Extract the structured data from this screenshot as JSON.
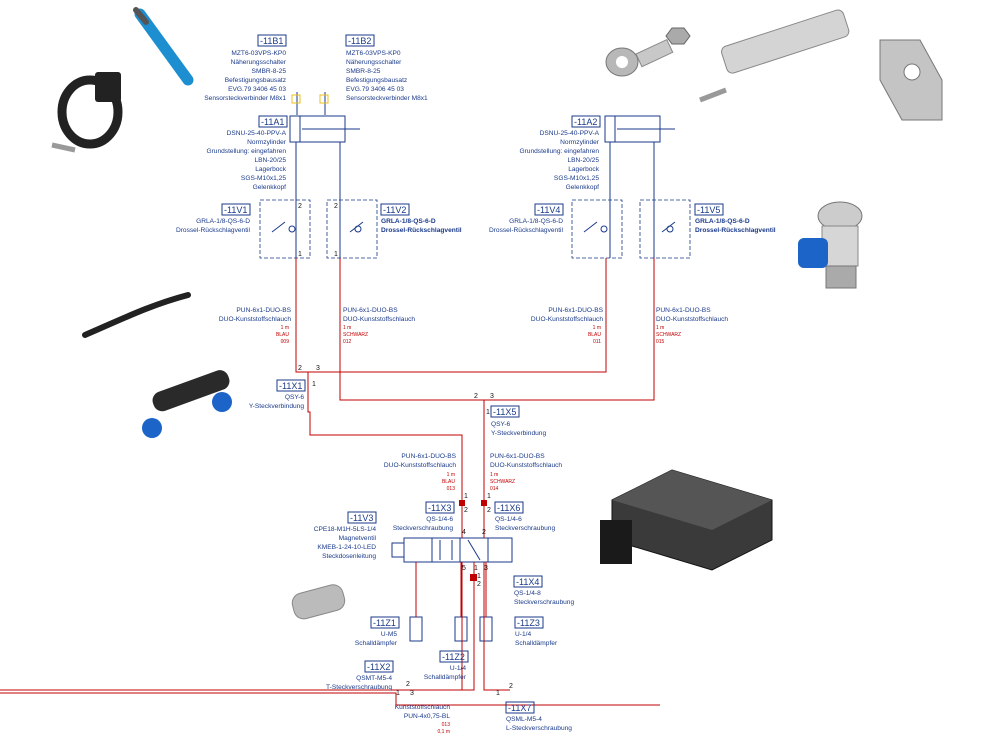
{
  "components": {
    "b1": {
      "tag": "-11B1",
      "lines": [
        "MZT6-03VPS-KP0",
        "Näherungsschalter",
        "SMBR-8-25",
        "Befestigungsbausatz",
        "EVG.79 3406 45 03",
        "Sensorsteckverbinder M8x1"
      ]
    },
    "b2": {
      "tag": "-11B2",
      "lines": [
        "MZT6-03VPS-KP0",
        "Näherungsschalter",
        "SMBR-8-25",
        "Befestigungsbausatz",
        "EVG.79 3406 45 03",
        "Sensorsteckverbinder M8x1"
      ]
    },
    "a1": {
      "tag": "-11A1",
      "lines": [
        "DSNU-25-40-PPV-A",
        "Normzylinder",
        "Grundstellung: eingefahren",
        "LBN-20/25",
        "Lagerbock",
        "SGS-M10x1,25",
        "Gelenkkopf"
      ]
    },
    "a2": {
      "tag": "-11A2",
      "lines": [
        "DSNU-25-40-PPV-A",
        "Normzylinder",
        "Grundstellung: eingefahren",
        "LBN-20/25",
        "Lagerbock",
        "SGS-M10x1,25",
        "Gelenkkopf"
      ]
    },
    "v1": {
      "tag": "-11V1",
      "lines": [
        "GRLA-1/8-QS-6-D",
        "Drossel-Rückschlagventil"
      ]
    },
    "v2": {
      "tag": "-11V2",
      "lines": [
        "GRLA-1/8-QS-6-D",
        "Drossel-Rückschlagventil"
      ]
    },
    "v4": {
      "tag": "-11V4",
      "lines": [
        "GRLA-1/8-QS-6-D",
        "Drossel-Rückschlagventil"
      ]
    },
    "v5": {
      "tag": "-11V5",
      "lines": [
        "GRLA-1/8-QS-6-D",
        "Drossel-Rückschlagventil"
      ]
    },
    "x1": {
      "tag": "-11X1",
      "lines": [
        "QSY-6",
        "Y-Steckverbindung"
      ]
    },
    "x5": {
      "tag": "-11X5",
      "lines": [
        "QSY-6",
        "Y-Steckverbindung"
      ]
    },
    "x3": {
      "tag": "-11X3",
      "lines": [
        "QS-1/4-6",
        "Steckverschraubung"
      ]
    },
    "x6": {
      "tag": "-11X6",
      "lines": [
        "QS-1/4-6",
        "Steckverschraubung"
      ]
    },
    "v3": {
      "tag": "-11V3",
      "lines": [
        "CPE18-M1H-5LS-1/4",
        "Magnetventil",
        "KMEB-1-24-10-LED",
        "Steckdosenleitung"
      ]
    },
    "x4": {
      "tag": "-11X4",
      "lines": [
        "QS-1/4-8",
        "Steckverschraubung"
      ]
    },
    "z1": {
      "tag": "-11Z1",
      "lines": [
        "U-M5",
        "Schalldämpfer"
      ]
    },
    "z3": {
      "tag": "-11Z3",
      "lines": [
        "U-1/4",
        "Schalldämpfer"
      ]
    },
    "z2": {
      "tag": "-11Z2",
      "lines": [
        "U-1/4",
        "Schalldämpfer"
      ]
    },
    "x2": {
      "tag": "-11X2",
      "lines": [
        "QSMT-M5-4",
        "T-Steckverschraubung"
      ]
    },
    "x7": {
      "tag": "-11X7",
      "lines": [
        "QSML-M5-4",
        "L-Steckverschraubung"
      ]
    }
  },
  "tubes": {
    "t1": {
      "lines": [
        "PUN-6x1-DUO-BS",
        "DUO-Kunststoffschlauch"
      ],
      "red": [
        "1 m",
        "BLAU",
        "009"
      ]
    },
    "t2": {
      "lines": [
        "PUN-6x1-DUO-BS",
        "DUO-Kunststoffschlauch"
      ],
      "red": [
        "1 m",
        "SCHWARZ",
        "012"
      ]
    },
    "t3": {
      "lines": [
        "PUN-6x1-DUO-BS",
        "DUO-Kunststoffschlauch"
      ],
      "red": [
        "1 m",
        "BLAU",
        "011"
      ]
    },
    "t4": {
      "lines": [
        "PUN-6x1-DUO-BS",
        "DUO-Kunststoffschlauch"
      ],
      "red": [
        "1 m",
        "SCHWARZ",
        "015"
      ]
    },
    "t5": {
      "lines": [
        "PUN-6x1-DUO-BS",
        "DUO-Kunststoffschlauch"
      ],
      "red": [
        "1 m",
        "BLAU",
        "013"
      ]
    },
    "t6": {
      "lines": [
        "PUN-6x1-DUO-BS",
        "DUO-Kunststoffschlauch"
      ],
      "red": [
        "1 m",
        "SCHWARZ",
        "014"
      ]
    },
    "t7": {
      "lines": [
        "Kunststoffschlauch",
        "PUN-4x0,75-BL"
      ],
      "red": [
        "013",
        "0,1 m"
      ]
    }
  },
  "ports": {
    "p1": "2",
    "p2": "1",
    "p3": "1",
    "p4": "2",
    "x1_2": "2",
    "x1_3": "3",
    "x1_1": "1",
    "x5_2": "2",
    "x5_3": "3",
    "x5_1": "1",
    "x3_1": "1",
    "x3_2": "2",
    "x6_1": "1",
    "x6_2": "2",
    "v3_4": "4",
    "v3_2": "2",
    "v3_5": "5",
    "v3_1": "1",
    "v3_3": "3",
    "x4_1": "1",
    "x4_2": "2",
    "x2_2": "2",
    "x2_1": "1",
    "x2_3": "3",
    "x7_2": "2",
    "x7_1": "1"
  },
  "colors": {
    "line_blue": "#1a3a8a",
    "line_red": "#c00000",
    "sensor_yellow": "#e8c020"
  }
}
